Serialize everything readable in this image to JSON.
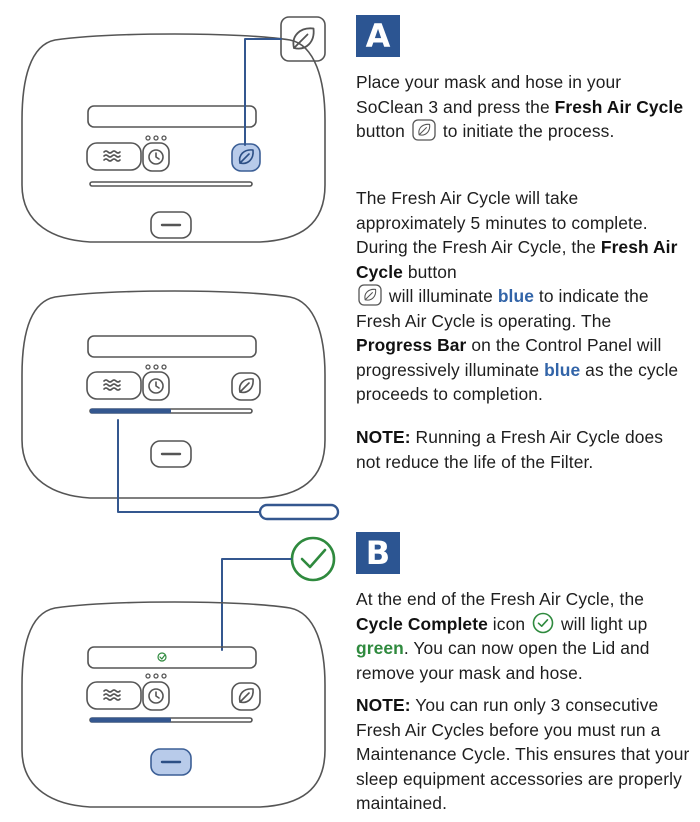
{
  "step_a": {
    "badge": "A",
    "intro": {
      "t1": "Place your mask and hose in your SoClean 3 and press the ",
      "b1": "Fresh Air Cycle",
      "t2": " button",
      "t3": " to initiate the process."
    },
    "duration": {
      "t1": "The Fresh Air Cycle will take approximately 5 minutes to complete. During the Fresh Air Cycle, the ",
      "b1": "Fresh Air Cycle",
      "t2": " button",
      "t3": " will illuminate ",
      "blue1": "blue",
      "t4": " to indicate the Fresh Air Cycle is operating. The ",
      "b2": "Progress Bar",
      "t5": " on the Control Panel will progressively illuminate ",
      "blue2": "blue",
      "t6": " as the cycle proceeds to completion."
    },
    "note": {
      "label": "NOTE:",
      "text": " Running a Fresh Air Cycle does not reduce the life of the Filter."
    }
  },
  "step_b": {
    "badge": "B",
    "complete": {
      "t1": "At the end of the Fresh Air Cycle, the ",
      "b1": "Cycle Complete",
      "t2": " icon",
      "t3": " will light up ",
      "green1": "green",
      "t4": ". You can now open the Lid and remove your mask and hose."
    },
    "note": {
      "label": "NOTE:",
      "text": " You can run only 3 consecutive Fresh Air Cycles before you must run a Maintenance Cycle. This ensures that your sleep equipment accessories are properly maintained."
    }
  },
  "icons": {
    "leaf": "leaf-icon",
    "check": "check-circle-icon",
    "fan": "fan-waves-icon",
    "clock": "clock-icon",
    "power": "power-button-icon"
  },
  "colors": {
    "accent_blue": "#2c5592",
    "highlight_blue": "#3264a8",
    "button_fill_blue": "#b8cbea",
    "progress_blue": "#34578f",
    "complete_green": "#2f8a3e",
    "outline": "#555555"
  },
  "progress_fraction": 0.5
}
